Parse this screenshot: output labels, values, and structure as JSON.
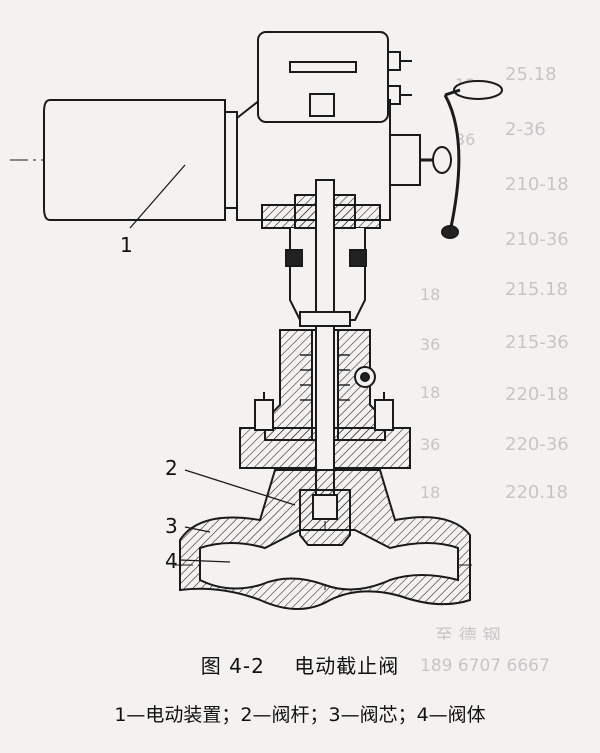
{
  "figure": {
    "caption_number": "图 4-2",
    "caption_title": "电动截止阀",
    "legend": "1—电动装置；2—阀杆；3—阀芯；4—阀体"
  },
  "part_labels": [
    {
      "num": "1",
      "name": "电动装置"
    },
    {
      "num": "2",
      "name": "阀杆"
    },
    {
      "num": "3",
      "name": "阀芯"
    },
    {
      "num": "4",
      "name": "阀体"
    }
  ],
  "background_bleed": {
    "table_cells": [
      "25.18",
      "2-36",
      "210-18",
      "210-36",
      "215.18",
      "215-36",
      "220-18",
      "220-36",
      "220.18",
      "18",
      "36",
      "18",
      "36",
      "18",
      "36",
      "18"
    ],
    "watermark_top": "至 德 钢",
    "watermark_phone": "189 6707 6667"
  },
  "colors": {
    "ink": "#1a1a1a",
    "paper": "#f4f2f0",
    "bleed": "#c9c4c6"
  }
}
